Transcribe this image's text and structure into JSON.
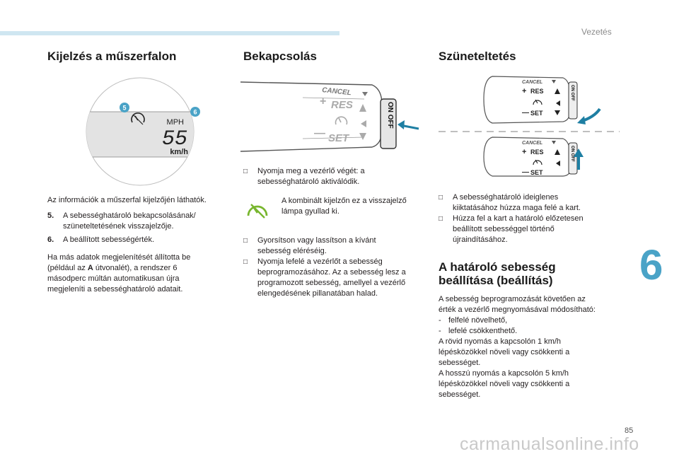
{
  "header": {
    "chapter_title": "Vezetés",
    "chapter_number": "6",
    "page_number": "85"
  },
  "watermark": "carmanualsonline.info",
  "col1": {
    "title": "Kijelzés a műszerfalon",
    "display": {
      "unit_top": "MPH",
      "speed": "55",
      "unit_bottom": "km/h",
      "badge_5": "5",
      "badge_6": "6"
    },
    "intro": "Az információk a műszerfal kijelzőjén láthatók.",
    "items": [
      {
        "num": "5.",
        "text": "A sebességhatároló bekapcsolásának/ szüneteltetésének visszajelzője."
      },
      {
        "num": "6.",
        "text": "A beállított sebességérték."
      }
    ],
    "note_pre": "Ha más adatok megjelenítését állította be (például az ",
    "note_bold": "A",
    "note_post": " útvonalét), a rendszer 6 másodperc múltán automatikusan újra megjeleníti a sebességhatároló adatait."
  },
  "col2": {
    "title": "Bekapcsolás",
    "stalk": {
      "cancel": "CANCEL",
      "res": "RES",
      "set": "SET",
      "onoff": "ON OFF"
    },
    "step1": "Nyomja meg a vezérlő végét: a sebességhatároló aktiválódik.",
    "callout": "A kombinált kijelzőn ez a visszajelző lámpa gyullad ki.",
    "steps": [
      "Gyorsítson vagy lassítson a kívánt sebesség eléréséig.",
      "Nyomja lefelé a vezérlőt a sebesség beprogramozásához. Az a sebesség lesz a programozott sebesség, amellyel a vezérlő elengedésének pillanatában halad."
    ]
  },
  "col3": {
    "title": "Szüneteltetés",
    "stalk": {
      "cancel": "CANCEL",
      "res": "RES",
      "set": "SET",
      "onoff": "ON OFF"
    },
    "steps": [
      "A sebességhatároló ideiglenes kiiktatásához húzza maga felé a kart.",
      "Húzza fel a kart a határoló előzetesen beállított sebességgel történő újraindításához."
    ],
    "section2_title_1": "A határoló sebesség",
    "section2_title_2": "beállítása (beállítás)",
    "section2_intro": "A sebesség beprogramozását követően az érték a vezérlő megnyomásával módosítható:",
    "dash_items": [
      "felfelé növelhető,",
      "lefelé csökkenthető."
    ],
    "short_press": "A rövid nyomás a kapcsolón 1 km/h lépésközökkel növeli vagy csökkenti a sebességet.",
    "long_press": "A hosszú nyomás a kapcsolón 5 km/h lépésközökkel növeli vagy csökkenti a sebességet."
  }
}
